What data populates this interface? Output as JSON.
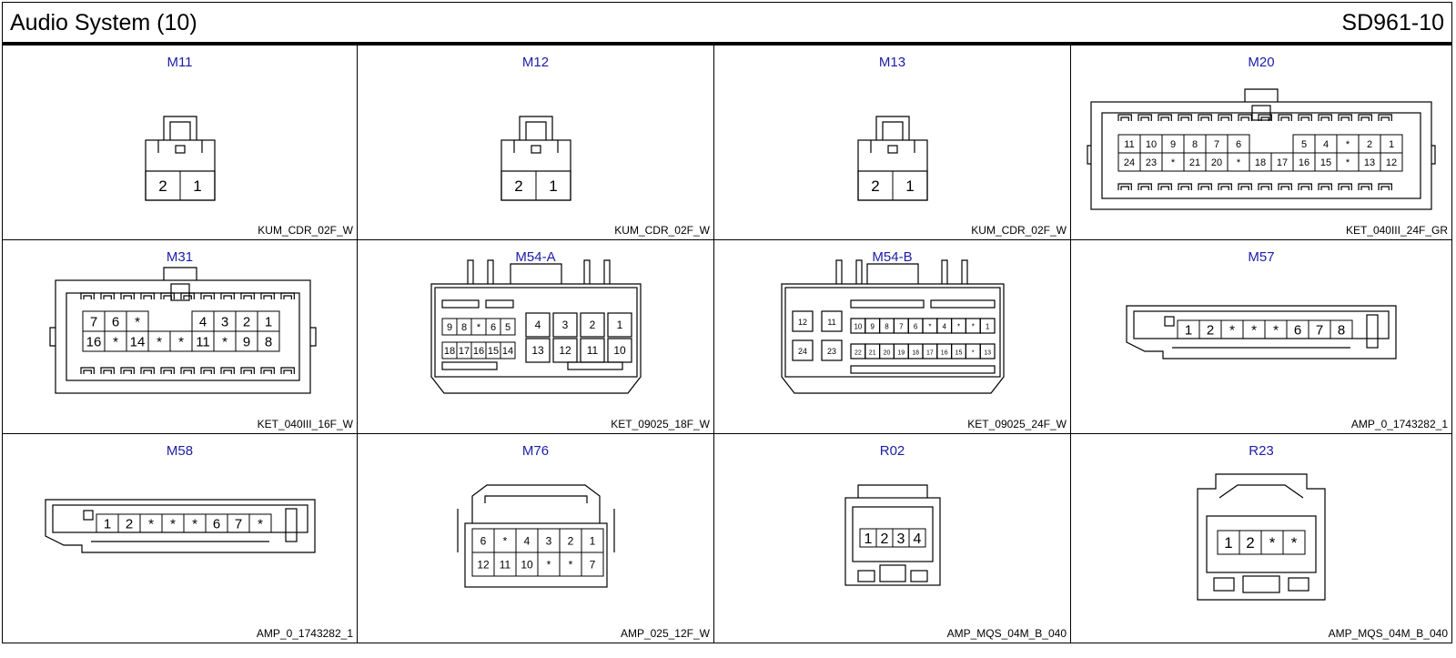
{
  "header": {
    "title": "Audio System (10)",
    "code": "SD961-10"
  },
  "colors": {
    "connector_name": "#1c1ca8",
    "lines": "#000000"
  },
  "connectors": [
    {
      "name": "M11",
      "type": "KUM_CDR_02F_W",
      "pins_top": [],
      "pins_bottom": [
        "2",
        "1"
      ]
    },
    {
      "name": "M12",
      "type": "KUM_CDR_02F_W",
      "pins_top": [],
      "pins_bottom": [
        "2",
        "1"
      ]
    },
    {
      "name": "M13",
      "type": "KUM_CDR_02F_W",
      "pins_top": [],
      "pins_bottom": [
        "2",
        "1"
      ]
    },
    {
      "name": "M20",
      "type": "KET_040III_24F_GR",
      "pins_top": [
        "11",
        "10",
        "9",
        "8",
        "7",
        "6",
        "",
        "",
        "5",
        "4",
        "*",
        "2",
        "1"
      ],
      "pins_bottom": [
        "24",
        "23",
        "*",
        "21",
        "20",
        "*",
        "18",
        "17",
        "16",
        "15",
        "*",
        "13",
        "12"
      ]
    },
    {
      "name": "M31",
      "type": "KET_040III_16F_W",
      "pins_top": [
        "7",
        "6",
        "*",
        "",
        "",
        "4",
        "3",
        "2",
        "1"
      ],
      "pins_bottom": [
        "16",
        "*",
        "14",
        "*",
        "*",
        "11",
        "*",
        "9",
        "8"
      ]
    },
    {
      "name": "M54-A",
      "type": "KET_09025_18F_W",
      "pins_top": [
        "9",
        "8",
        "*",
        "6",
        "5",
        "4",
        "3",
        "2",
        "1"
      ],
      "pins_bottom": [
        "18",
        "17",
        "16",
        "15",
        "14",
        "13",
        "12",
        "11",
        "10"
      ]
    },
    {
      "name": "M54-B",
      "type": "KET_09025_24F_W",
      "pins_top": [
        "12",
        "11",
        "10",
        "9",
        "8",
        "7",
        "6",
        "*",
        "4",
        "*",
        "*",
        "1"
      ],
      "pins_bottom": [
        "24",
        "23",
        "22",
        "21",
        "20",
        "19",
        "18",
        "17",
        "16",
        "15",
        "*",
        "13"
      ]
    },
    {
      "name": "M57",
      "type": "AMP_0_1743282_1",
      "pins_top": [
        "1",
        "2",
        "*",
        "*",
        "*",
        "6",
        "7",
        "8"
      ],
      "pins_bottom": []
    },
    {
      "name": "M58",
      "type": "AMP_0_1743282_1",
      "pins_top": [
        "1",
        "2",
        "*",
        "*",
        "*",
        "6",
        "7",
        "*"
      ],
      "pins_bottom": []
    },
    {
      "name": "M76",
      "type": "AMP_025_12F_W",
      "pins_top": [
        "6",
        "*",
        "4",
        "3",
        "2",
        "1"
      ],
      "pins_bottom": [
        "12",
        "11",
        "10",
        "*",
        "*",
        "7"
      ]
    },
    {
      "name": "R02",
      "type": "AMP_MQS_04M_B_040",
      "pins_top": [
        "1",
        "2",
        "3",
        "4"
      ],
      "pins_bottom": []
    },
    {
      "name": "R23",
      "type": "AMP_MQS_04M_B_040",
      "pins_top": [
        "1",
        "2",
        "*",
        "*"
      ],
      "pins_bottom": []
    }
  ]
}
